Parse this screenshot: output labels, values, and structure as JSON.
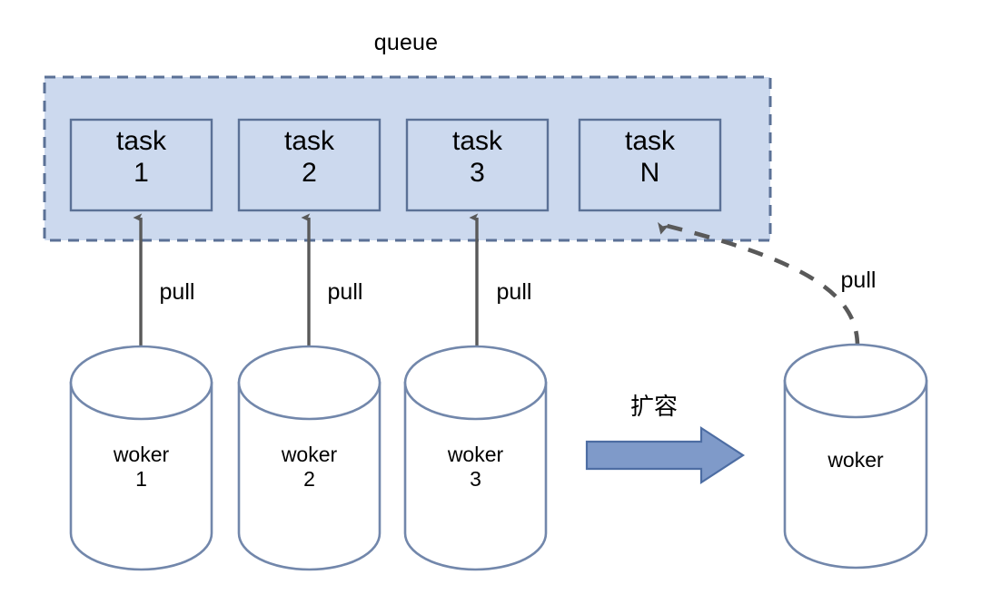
{
  "diagram": {
    "title": "queue",
    "queue": {
      "label": "queue",
      "fill_color": "#ccd9ee",
      "border_color": "#5b7196",
      "border_style": "dashed",
      "tasks": [
        {
          "name": "task",
          "index": "1"
        },
        {
          "name": "task",
          "index": "2"
        },
        {
          "name": "task",
          "index": "3"
        },
        {
          "name": "task",
          "index": "N"
        }
      ]
    },
    "workers": [
      {
        "name": "woker",
        "index": "1"
      },
      {
        "name": "woker",
        "index": "2"
      },
      {
        "name": "woker",
        "index": "3"
      },
      {
        "name": "woker",
        "index": ""
      }
    ],
    "edges": [
      {
        "label": "pull",
        "style": "solid",
        "from": "woker 1",
        "to": "task 1"
      },
      {
        "label": "pull",
        "style": "solid",
        "from": "woker 2",
        "to": "task 2"
      },
      {
        "label": "pull",
        "style": "solid",
        "from": "woker 3",
        "to": "task 3"
      },
      {
        "label": "pull",
        "style": "dashed",
        "from": "woker",
        "to": "task N"
      }
    ],
    "scale_arrow": {
      "label": "扩容",
      "fill_color": "#7f9ac9",
      "border_color": "#4d6da3"
    },
    "colors": {
      "queue_fill": "#ccd9ee",
      "queue_border": "#5b7196",
      "task_border": "#5b7196",
      "cylinder_border": "#7287ab",
      "arrow_gray": "#595959",
      "block_arrow_fill": "#7f9ac9",
      "block_arrow_border": "#4d6da3",
      "text": "#000000",
      "background": "#ffffff"
    }
  }
}
